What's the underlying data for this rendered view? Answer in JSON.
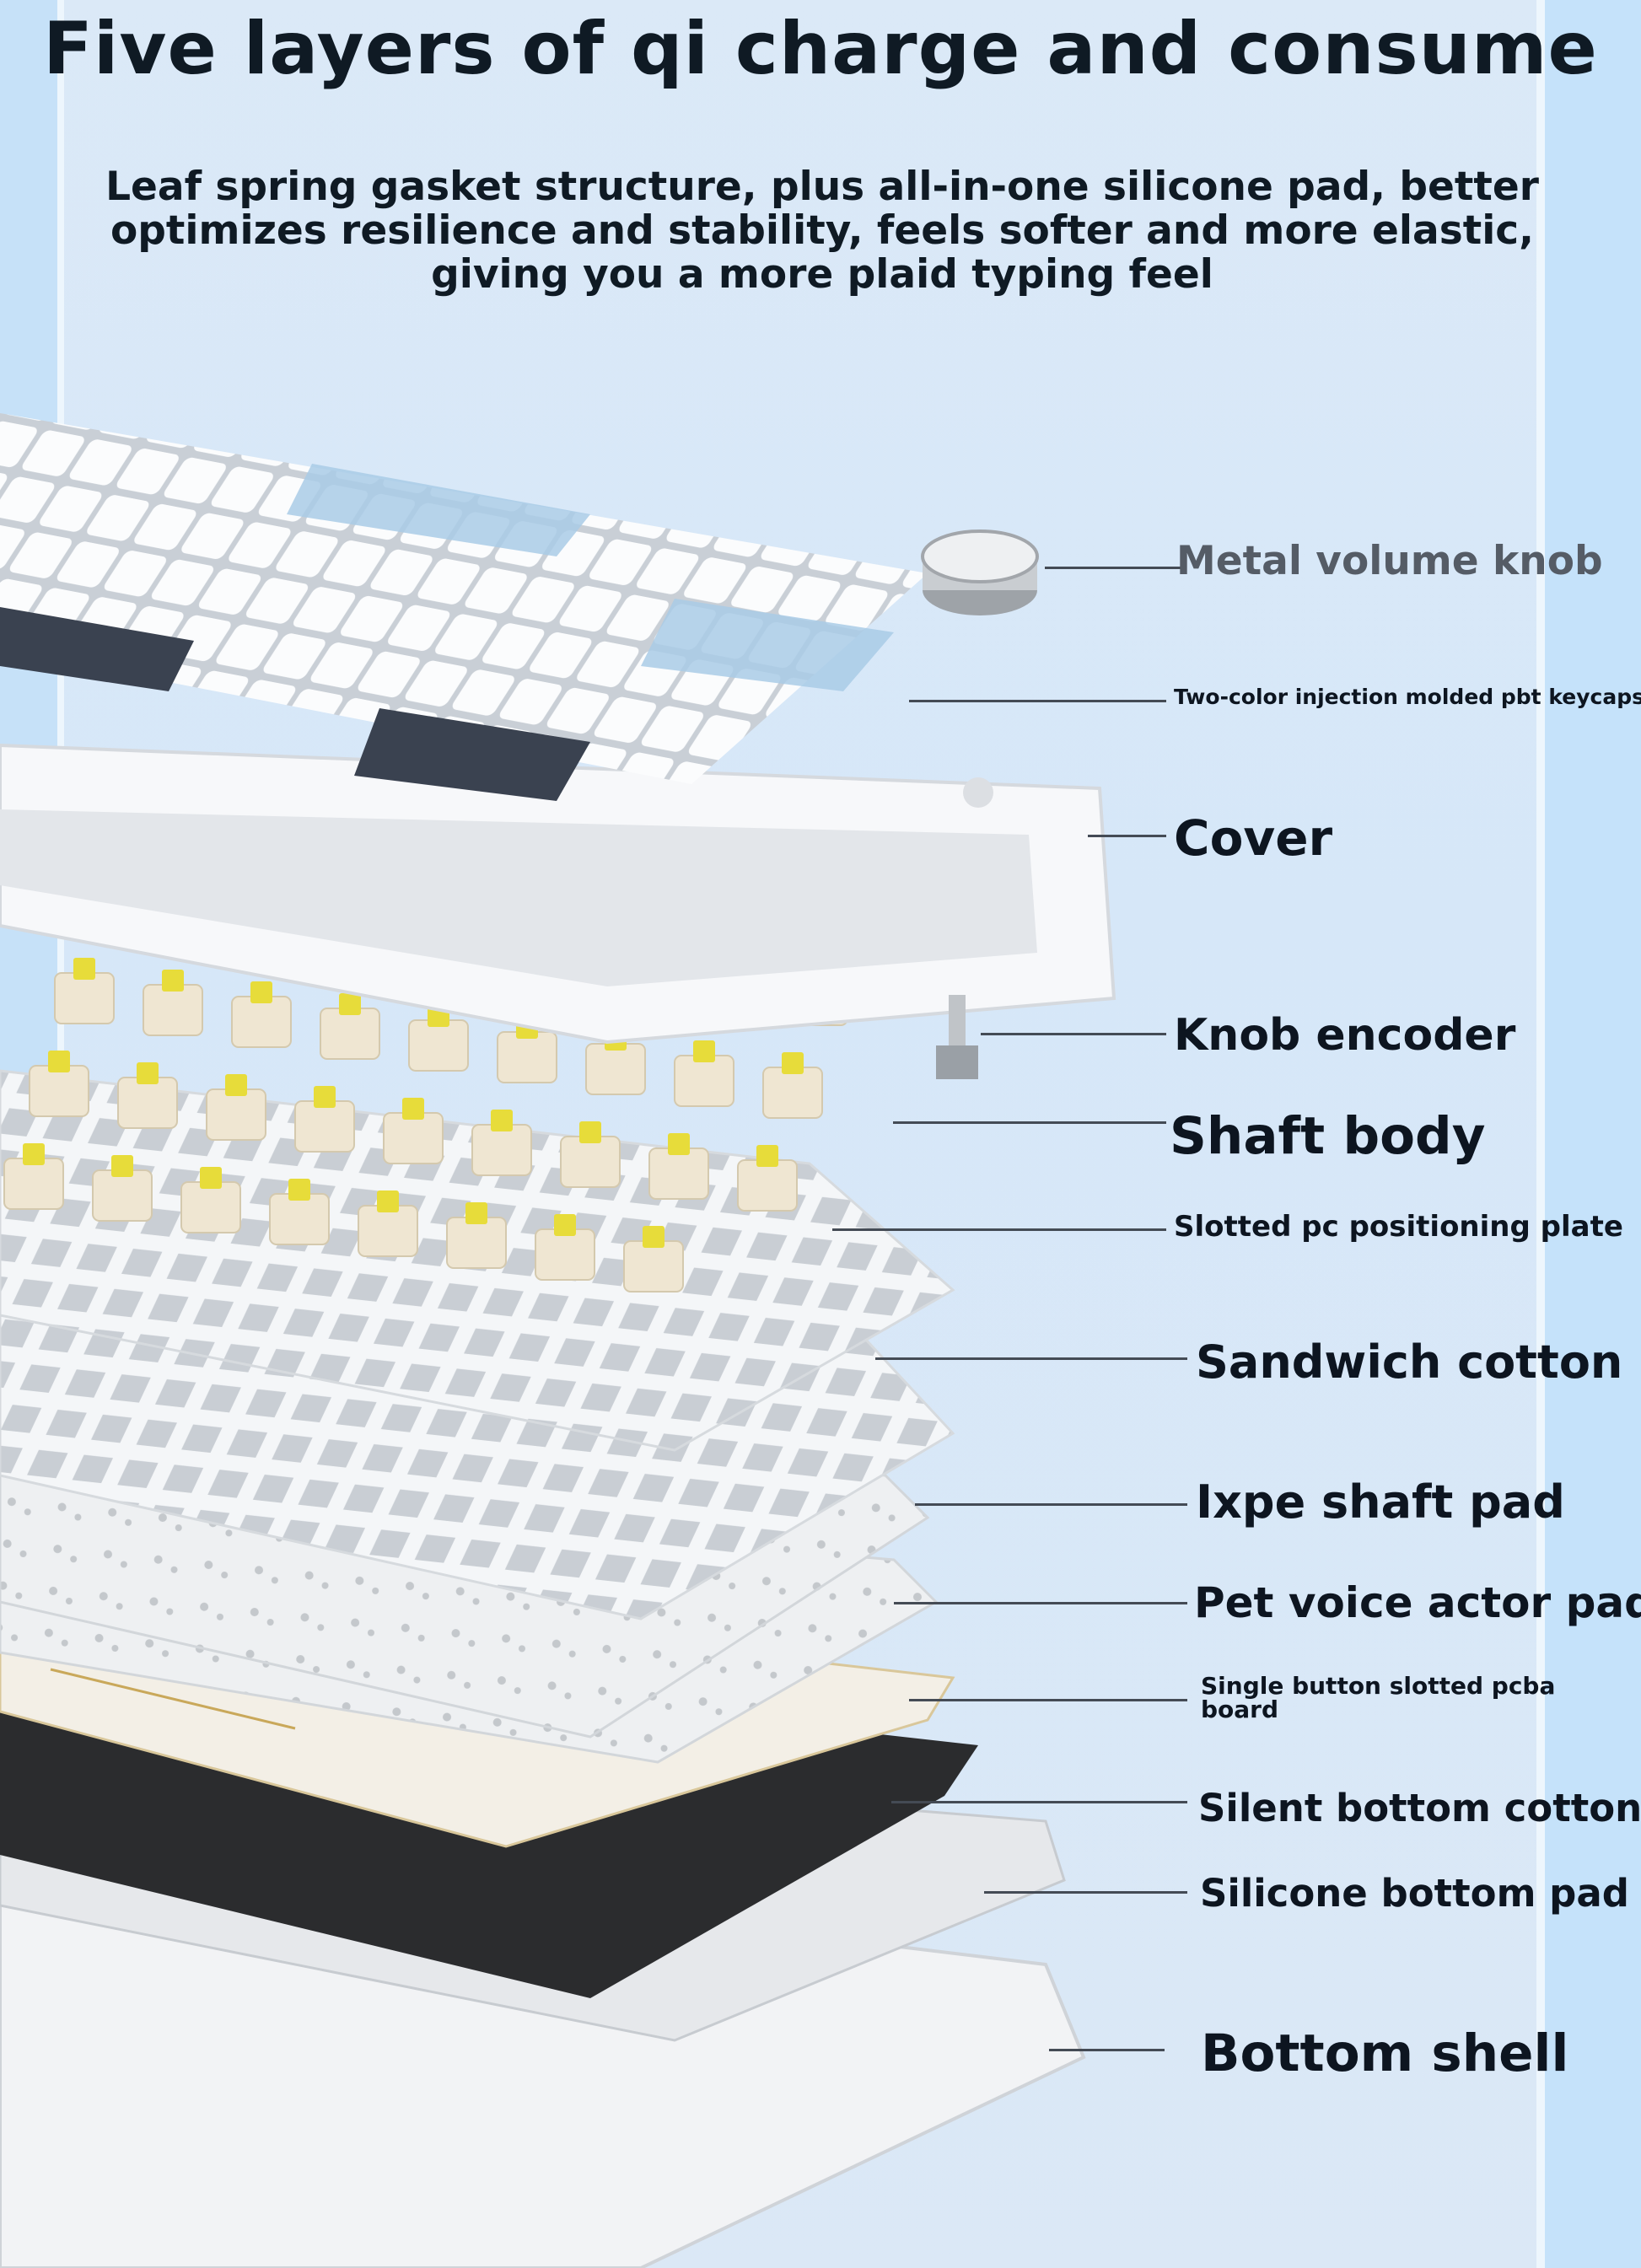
{
  "header": {
    "title": "Five layers of qi charge and consume",
    "subtitle": "Leaf spring gasket structure, plus all-in-one silicone pad, better optimizes resilience and stability, feels softer and more elastic, giving you a more plaid typing feel"
  },
  "labels": {
    "knob": "Metal volume knob",
    "keycaps": "Two-color injection molded pbt keycaps",
    "cover": "Cover",
    "encoder": "Knob encoder",
    "shaft": "Shaft body",
    "plate": "Slotted pc positioning plate",
    "sandwich": "Sandwich cotton",
    "ixpe": "Ixpe shaft pad",
    "pet": "Pet voice actor pad",
    "pcba_1": "Single button slotted pcba",
    "pcba_2": "board",
    "silent": "Silent bottom cotton",
    "silicone": "Silicone bottom pad",
    "bottom": "Bottom shell"
  },
  "colors": {
    "keycap_blue": "#a9cbe6",
    "keycap_dark": "#3a4250",
    "switch_yellow": "#e7dc3a",
    "switch_beige": "#efe6d2"
  }
}
